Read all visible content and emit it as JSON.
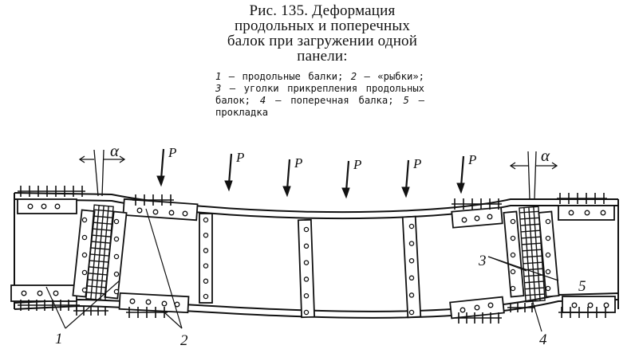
{
  "caption": {
    "title": "Рис. 135. Деформация продольных и поперечных балок при загружении одной панели:",
    "legend": [
      {
        "num": "1",
        "text": " — продольные балки; "
      },
      {
        "num": "2",
        "text": " — «рыбки»; "
      },
      {
        "num": "3",
        "text": " — уголки прикрепления продольных балок; "
      },
      {
        "num": "4",
        "text": " — поперечная балка; "
      },
      {
        "num": "5",
        "text": " — прокладка"
      }
    ]
  },
  "figure": {
    "load_label": "P",
    "angle_label": "α",
    "labels": {
      "longitudinal_beams": "1",
      "fishplates": "2",
      "angles": "3",
      "cross_beam": "4",
      "spacer": "5"
    }
  }
}
